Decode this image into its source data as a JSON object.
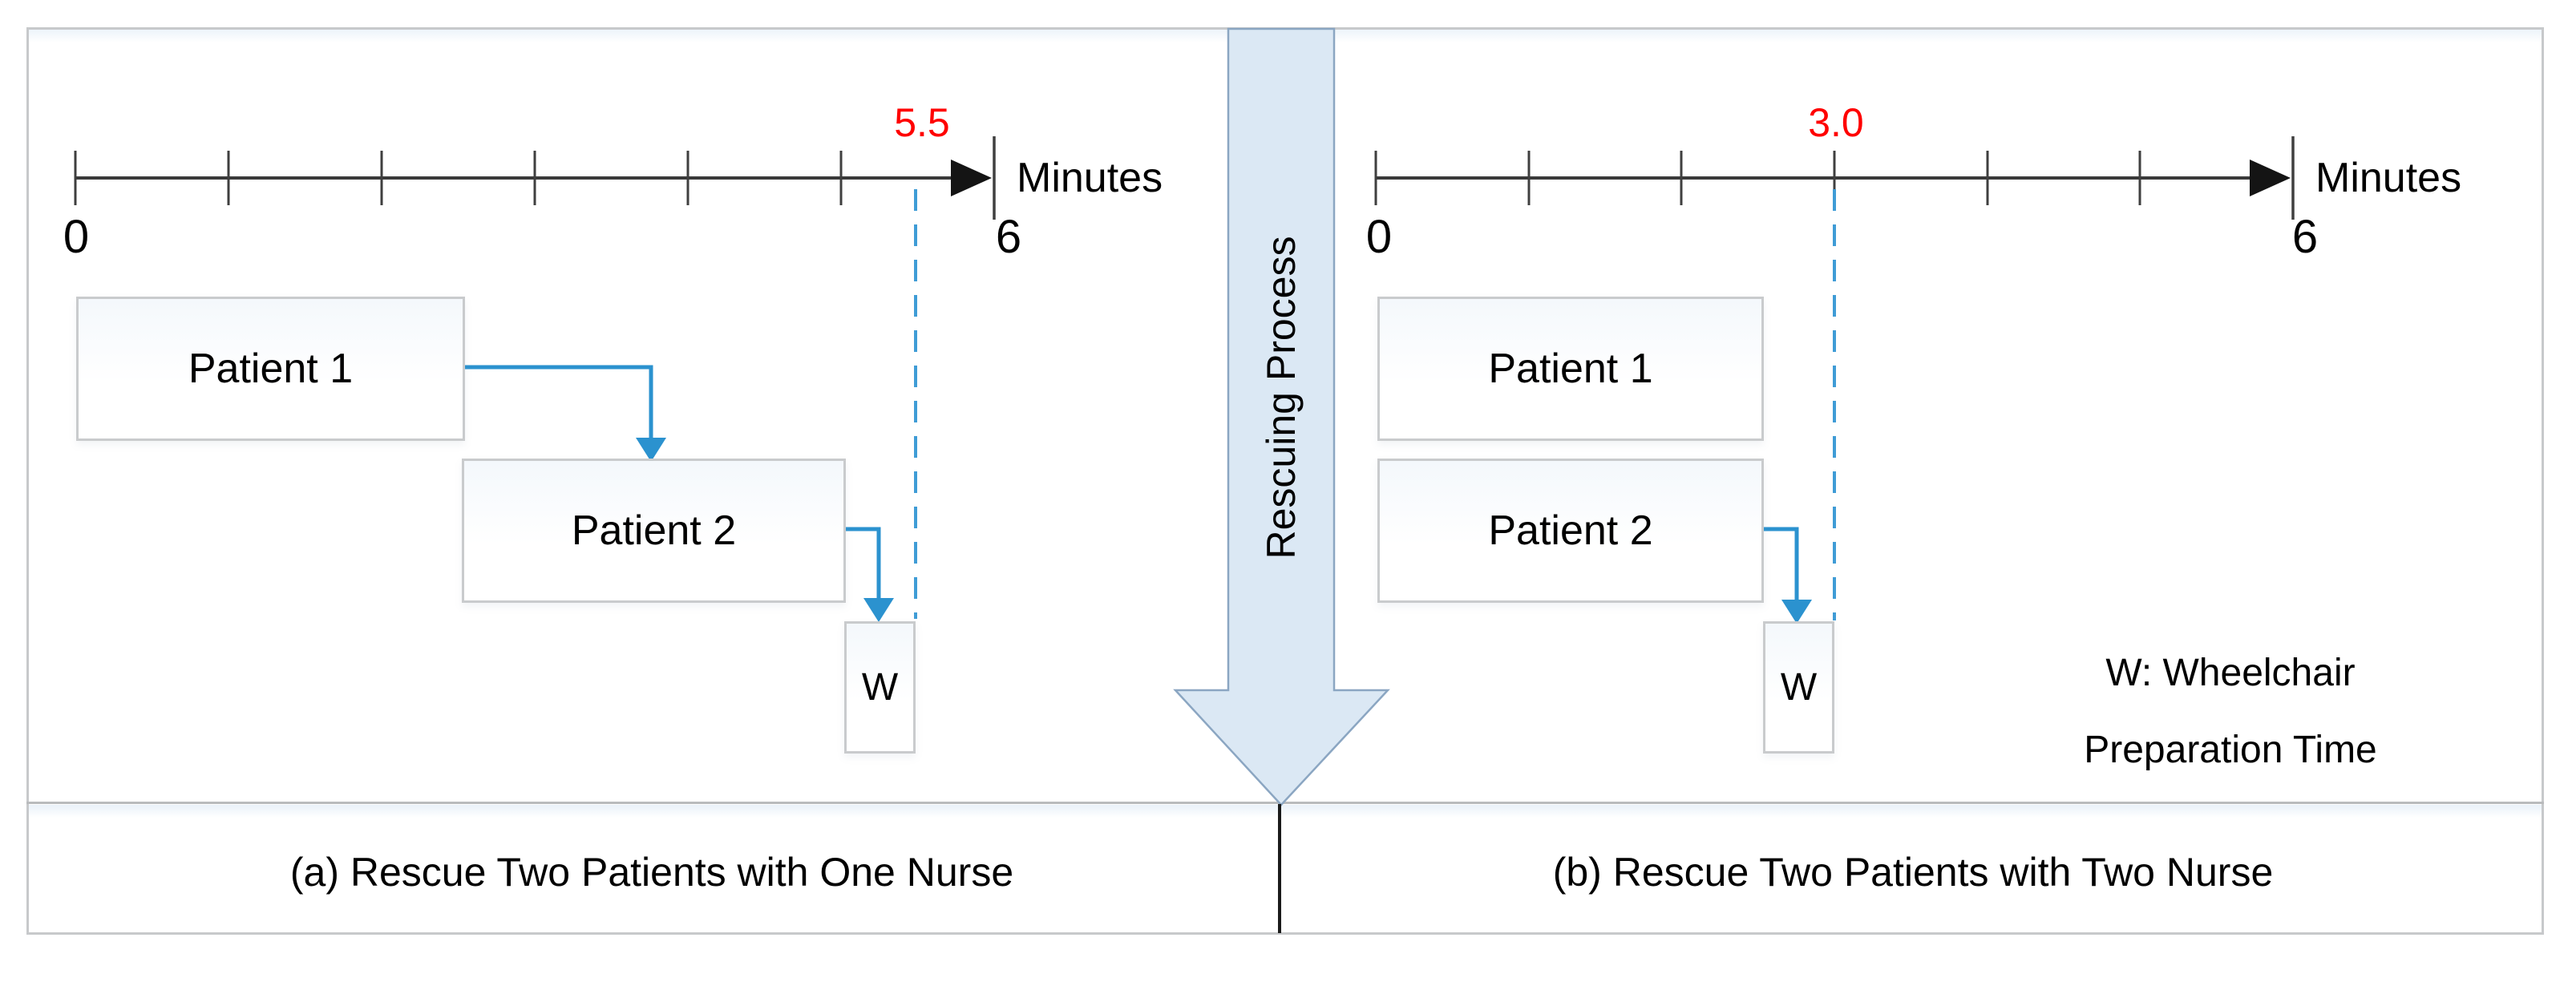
{
  "panels": {
    "left": {
      "axis": {
        "start_label": "0",
        "end_label": "6",
        "unit_label": "Minutes",
        "marker_value": "5.5"
      },
      "boxes": {
        "patient1": "Patient 1",
        "patient2": "Patient 2",
        "wheelchair": "W"
      },
      "caption": "(a) Rescue Two Patients with One Nurse"
    },
    "right": {
      "axis": {
        "start_label": "0",
        "end_label": "6",
        "unit_label": "Minutes",
        "marker_value": "3.0"
      },
      "boxes": {
        "patient1": "Patient 1",
        "patient2": "Patient 2",
        "wheelchair": "W"
      },
      "caption": "(b) Rescue Two Patients with Two Nurse"
    }
  },
  "center_arrow": {
    "label": "Rescuing Process"
  },
  "legend": {
    "line1": "W: Wheelchair",
    "line2": "Preparation Time"
  },
  "diagram_values": {
    "axis_min": 0,
    "axis_max": 6,
    "axis_unit": "Minutes",
    "left_completion_time": 5.5,
    "right_completion_time": 3.0
  },
  "colors": {
    "marker_red": "#ff0000",
    "connector_blue": "#2b92cf",
    "dashed_blue": "#3f9cd6",
    "big_arrow_fill": "#dbe8f4",
    "big_arrow_border": "#8ba6c2",
    "box_border": "#c9cbcd",
    "figure_border": "#c7c9cb",
    "axis_color": "#3a3a3a"
  }
}
